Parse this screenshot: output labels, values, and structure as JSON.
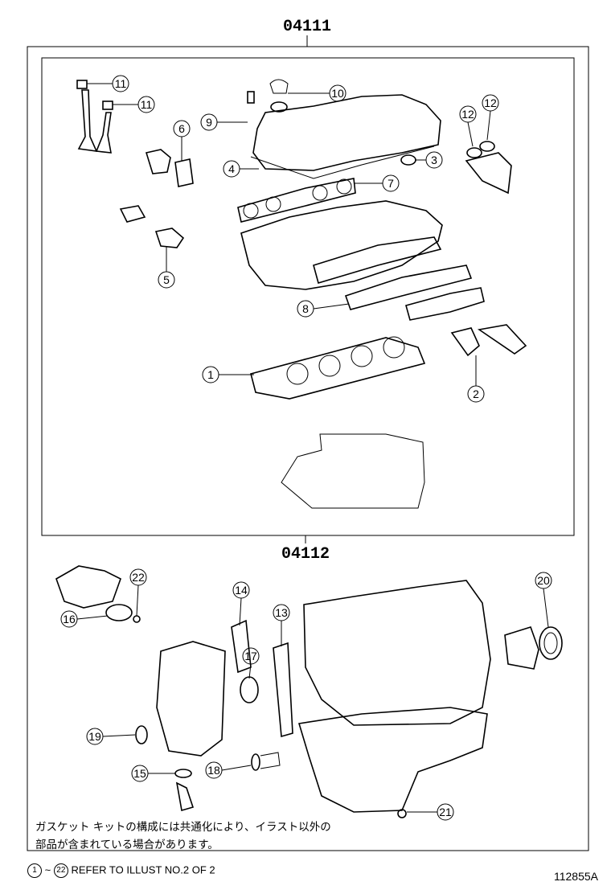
{
  "kit_upper": {
    "code": "04111"
  },
  "kit_lower": {
    "code": "04112"
  },
  "callouts_upper": [
    "11",
    "11",
    "10",
    "9",
    "6",
    "12",
    "12",
    "4",
    "3",
    "7",
    "5",
    "8",
    "1",
    "2"
  ],
  "callouts_lower": [
    "22",
    "16",
    "14",
    "13",
    "17",
    "20",
    "19",
    "15",
    "18",
    "21"
  ],
  "note_jp": {
    "line1": "ガスケット キットの構成には共通化により、イラスト以外の",
    "line2": "部品が含まれている場合があります。"
  },
  "refer": {
    "from": "1",
    "tilde": "~",
    "to": "22",
    "text": "REFER TO ILLUST NO.2 OF 2"
  },
  "figure_number": "112855A"
}
